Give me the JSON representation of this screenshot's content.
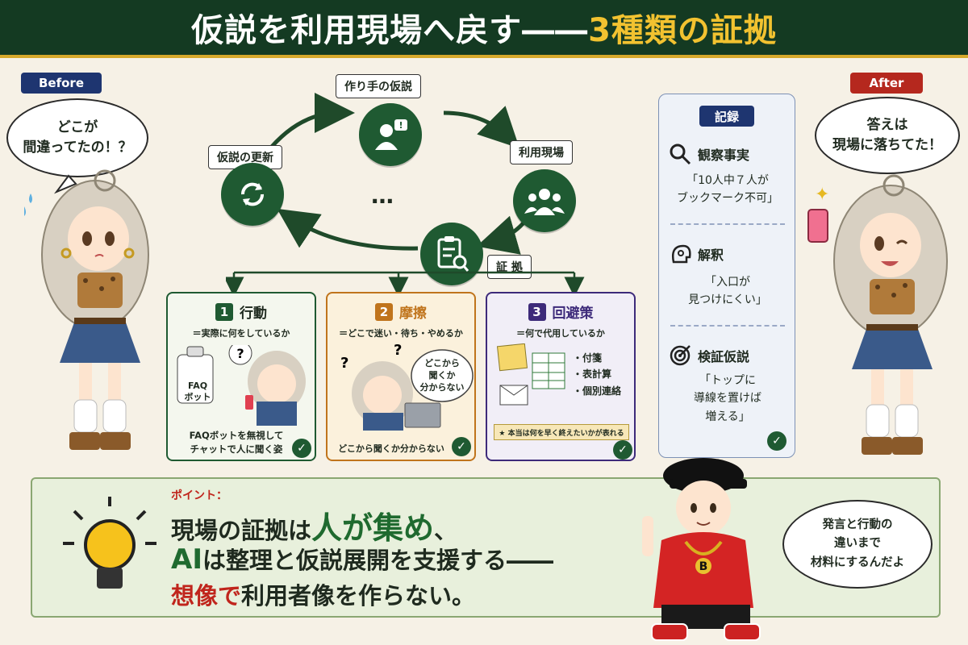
{
  "header": {
    "title_main": "仮説を利用現場へ戻す――",
    "title_accent": "3種類の証拠"
  },
  "before": {
    "badge": "Before",
    "bubble_l1": "どこが",
    "bubble_l2": "間違ってたの！？"
  },
  "after": {
    "badge": "After",
    "bubble_l1": "答えは",
    "bubble_l2": "現場に落ちてた！"
  },
  "cycle": {
    "maker_hypothesis": "作り手の仮説",
    "field": "利用現場",
    "update": "仮説の更新",
    "evidence": "証 拠",
    "ellipsis": "…"
  },
  "cards": [
    {
      "num": "1",
      "title": "行動",
      "sub": "＝実際に何をしているか",
      "bot_l1": "FAQ",
      "bot_l2": "ボット",
      "q": "?",
      "caption_l1": "FAQボットを無視して",
      "caption_l2": "チャットで人に聞く姿",
      "color": "#1f5a32"
    },
    {
      "num": "2",
      "title": "摩擦",
      "sub": "＝どこで迷い・待ち・やめるか",
      "thought_l1": "どこから",
      "thought_l2": "聞くか",
      "thought_l3": "分からない",
      "q": "?",
      "caption": "どこから聞くか分からない",
      "color": "#c0741c"
    },
    {
      "num": "3",
      "title": "回避策",
      "sub": "＝何で代用しているか",
      "items": [
        "・付箋",
        "・表計算",
        "・個別連絡"
      ],
      "note": "★ 本当は何を早く終えたいかが表れる",
      "color": "#3d2a7a"
    }
  ],
  "record": {
    "badge": "記録",
    "sections": [
      {
        "head": "観察事実",
        "l1": "「10人中７人が",
        "l2": "ブックマーク不可」",
        "icon": "magnifier-icon"
      },
      {
        "head": "解釈",
        "l1": "「入口が",
        "l2": "見つけにくい」",
        "icon": "head-bulb-icon"
      },
      {
        "head": "検証仮説",
        "l1": "「トップに",
        "l2": "導線を置けば",
        "l3": "増える」",
        "icon": "target-icon"
      }
    ]
  },
  "point": {
    "label": "ポイント：",
    "l1_a": "現場の証拠は",
    "l1_b": "人が集め",
    "l1_c": "、",
    "l2_a": "AI",
    "l2_b": "は整理と仮説展開を支援する――",
    "l3_a": "想像で",
    "l3_b": "利用者像を作らない。"
  },
  "boy_bubble": {
    "l1": "発言と行動の",
    "l2": "違いまで",
    "l3": "材料にするんだよ",
    "chain_letter": "B"
  },
  "colors": {
    "header_bg": "#143a22",
    "accent_gold": "#f2c230",
    "green": "#1f5a32",
    "orange": "#c0741c",
    "purple": "#3d2a7a",
    "before_badge": "#1e3570",
    "after_badge": "#b5281e",
    "red_text": "#c0251c"
  }
}
